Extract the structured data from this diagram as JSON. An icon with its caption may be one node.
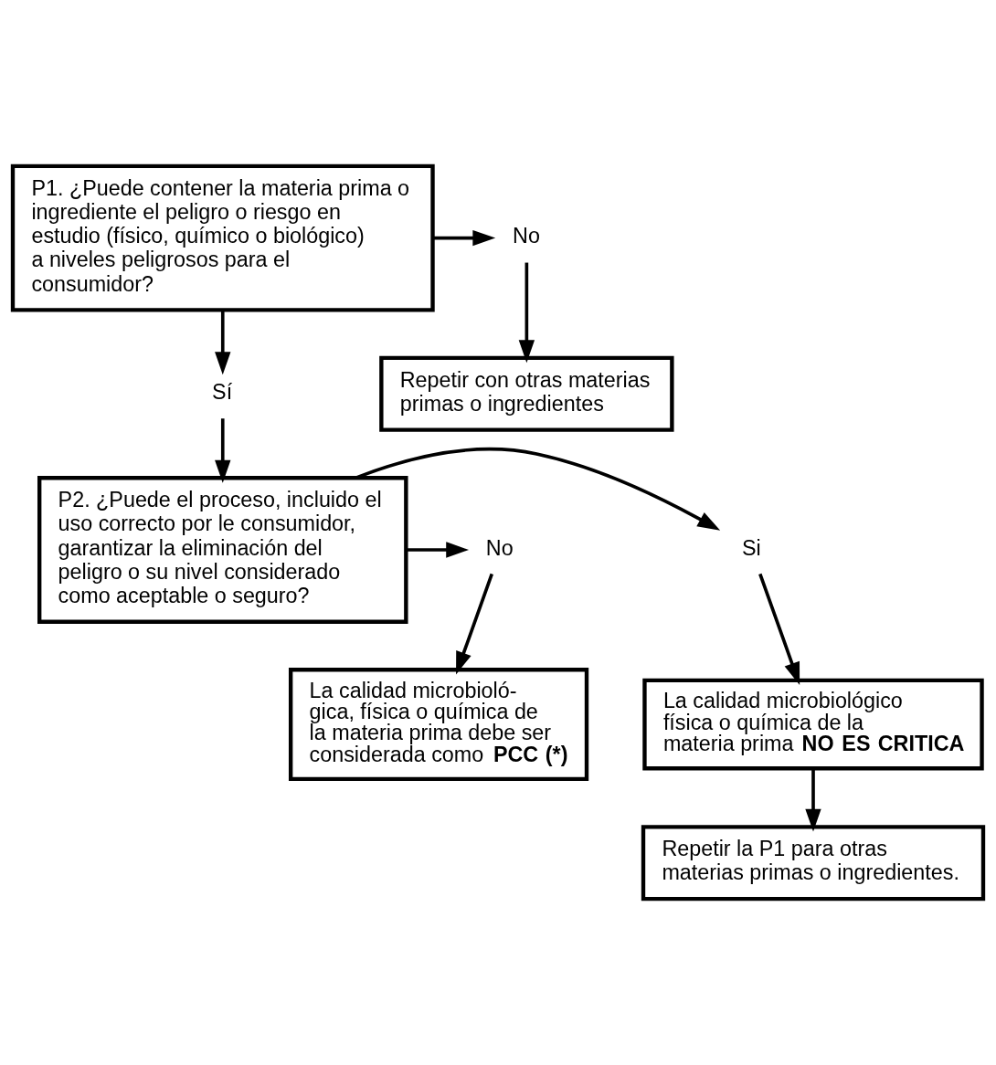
{
  "diagram": {
    "nodes": [
      {
        "text": [
          "P1. ¿Puede contener la materia prima o ingrediente el peligro o riesgo en estudio (físico, químico o biológico) a niveles peligrosos para el consumidor?"
        ]
      },
      {
        "text": [
          "No"
        ]
      },
      {
        "text": [
          "Repetir con otras materias primas o ingredientes"
        ]
      },
      {
        "text": [
          "Sí"
        ]
      },
      {
        "text": [
          "P2. ¿Puede el proceso, incluido el uso correcto por le consumidor, garantizar la eliminación del peligro o su nivel considerado como aceptable o seguro?"
        ]
      },
      {
        "text": [
          "Si"
        ]
      },
      {
        "text": [
          "No"
        ]
      },
      {
        "text": [
          "La calidad microbiológico física o química de la materia prima **NO ES CRITICA**"
        ]
      },
      {
        "text": [
          "La calidad microbioló- gica, física o química de la materia prima debe ser considerada como **PCC (*)**"
        ]
      },
      {
        "text": [
          "Repetir la P1 para otras materias primas o ingredientes."
        ]
      }
    ],
    "edges": [
      {
        "from": 0,
        "to": 1,
        "arrow": "to"
      },
      {
        "from": 1,
        "to": 2,
        "arrow": "to"
      },
      {
        "from": 0,
        "to": 3,
        "arrow": "to"
      },
      {
        "from": 3,
        "to": 4,
        "arrow": "to"
      },
      {
        "from": 4,
        "to": 5,
        "arrow": "to"
      },
      {
        "from": 4,
        "to": 6,
        "arrow": "to"
      },
      {
        "from": 5,
        "to": 7,
        "arrow": "to"
      },
      {
        "from": 6,
        "to": 8,
        "arrow": "to"
      },
      {
        "from": 7,
        "to": 9,
        "arrow": "to"
      }
    ]
  }
}
